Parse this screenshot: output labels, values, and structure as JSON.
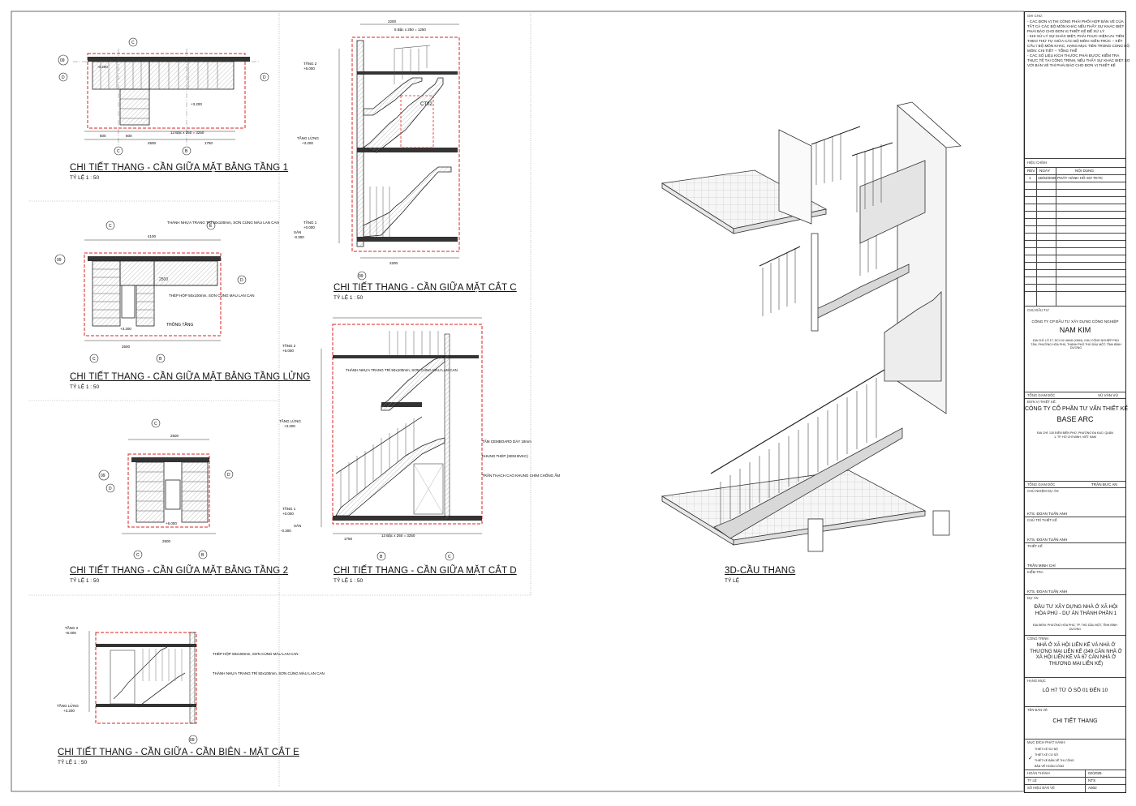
{
  "panels": [
    {
      "title": "CHI TIẾT THANG - CẦN GIỮA MẶT BẰNG TẦNG 1",
      "scale": "TỶ LỆ   1 : 50"
    },
    {
      "title": "CHI TIẾT THANG - CẦN GIỮA MẶT BẰNG TẦNG LỬNG",
      "scale": "TỶ LỆ   1 : 50"
    },
    {
      "title": "CHI TIẾT THANG - CẦN GIỮA MẶT BẰNG TẦNG 2",
      "scale": "TỶ LỆ   1 : 50"
    },
    {
      "title": "CHI TIẾT THANG - CẦN GIỮA - CẦN BIÊN - MẶT CẮT E",
      "scale": "TỶ LỆ   1 : 50"
    },
    {
      "title": "CHI TIẾT THANG - CẦN GIỮA MẶT CẮT C",
      "scale": "TỶ LỆ   1 : 50"
    },
    {
      "title": "CHI TIẾT THANG - CẦN GIỮA MẶT CẮT D",
      "scale": "TỶ LỆ   1 : 50"
    },
    {
      "title": "3D-CẦU THANG",
      "scale": "TỶ LỆ"
    }
  ],
  "annotations": {
    "level_2": "TẦNG 2",
    "level_2_val": "+6.000",
    "level_mezz": "TẦNG LỬNG",
    "level_mezz_val": "+3.200",
    "level_1": "TẦNG 1",
    "level_1_val": "+0.000",
    "level_yard": "SÂN",
    "level_yard_val": "-0.300",
    "tag_ct02": "CT02",
    "note_railing": "THÀNH NHỰA TRANG TRÍ 50x100mm, SƠN CÙNG MÀU LAN CAN",
    "note_steel": "THÉP HỘP 50x100mm, SƠN CÙNG MÀU LAN CAN",
    "note_vent": "THÔNG TẦNG",
    "note_board": "TẤM CEMBOARD DÀY 18mm",
    "note_frame": "KHUNG THÉP (XEM BVKC)",
    "note_ceiling": "TRẦN THẠCH CAO KHUNG CHÌM CHỐNG ẨM",
    "grid_09": "09",
    "grid_b": "B",
    "grid_c": "C",
    "grid_d": "D",
    "grid_e": "E",
    "dim_stair_top": "13 Bậc x 250 = 3250",
    "dim_stair_5": "5 Bậc x 250 = 1250",
    "dim_2500": "2500",
    "dim_1750": "1750",
    "dim_2200": "2200",
    "dim_4100": "4100"
  },
  "title_block": {
    "notes_label": "GHI CHÚ:",
    "notes": [
      "- CÁC ĐƠN VỊ THI CÔNG PHẢI PHỐI HỢP BẢN VẼ CỦA",
      "TẤT CẢ CÁC BỘ MÔN KHÁC NẾU THẤY SỰ KHÁC BIỆT",
      "PHẢI BÁO CHO ĐƠN VỊ THIẾT KẾ ĐỂ XỬ LÝ",
      "- KHI XỬ LÝ SỰ KHÁC BIỆT, PHẢI THỰC HIỆN ƯU TIÊN",
      "THEO THỨ TỰ GIỮA CÁC BỘ MÔN: KIẾN TRÚC -- KẾT",
      "CẤU / BỘ MÔN KHÁC, HẠNG MỤC TIÊN TRONG CÙNG BỘ",
      "MÔN: CHI TIẾT -- TỔNG THỂ",
      "- CÁC SỐ LIỆU KÍCH THƯỚC PHẢI ĐƯỢC KIỂM TRA",
      "THỰC TẾ TẠI CÔNG TRÌNH, NẾU THẤY SỰ KHÁC BIỆT SO",
      "VỚI BẢN VẼ THÌ PHẢI BÁO CHO ĐƠN VỊ THIẾT KẾ"
    ],
    "revision_label": "HIỆU CHỈNH",
    "rev_cols": [
      "REV",
      "NGÀY",
      "NỘI DUNG"
    ],
    "rev_row": [
      "1",
      "15/02/2025",
      "PHÁT HÀNH HỒ SƠ TKTC"
    ],
    "investor_label": "CHỦ ĐẦU TƯ:",
    "investor_company": "CÔNG TY CP ĐẦU TƯ XÂY DỰNG CÔNG NGHIỆP",
    "investor_name": "NAM KIM",
    "investor_address": "ĐỊA CHỈ: LÔ 1T, DC4 VỊ HANH (XINH), KHU CÔNG NGHIỆP PHÚ TÂN, PHƯỜNG HÒA PHÚ, THÀNH PHỐ THỦ DẦU MỘT, TỈNH BÌNH DƯƠNG",
    "director_label": "TỔNG GIÁM ĐỐC",
    "director_name": "VŨ VĂN VŨ",
    "designer_label": "ĐƠN VỊ THIẾT KẾ:",
    "designer_company": "CÔNG TY CỔ PHẦN TƯ VẤN THIẾT KẾ",
    "designer_name": "BASE ARC",
    "designer_address": "ĐỊA CHỈ: 130 ĐIỆN BIÊN PHỦ, PHƯỜNG ĐA KAO, QUẬN 1, TP. HỒ CHÍ MINH, VIỆT NAM",
    "director2_label": "TỔNG GIÁM ĐỐC",
    "director2_name": "TRẦN ĐỨC AN",
    "pm_label": "CHỦ NHIỆM DỰ ÁN",
    "pm_name": "KTS. ĐOÀN TUẤN ANH",
    "lead_label": "CHỦ TRÌ THIẾT KẾ",
    "lead_name": "KTS. ĐOÀN TUẤN ANH",
    "design_label": "THIẾT KẾ",
    "design_name": "TRẦN MINH CHÍ",
    "check_label": "KIỂM TRA",
    "check_name": "KTS. ĐOÀN TUẤN ANH",
    "project_label": "DỰ ÁN",
    "project_name": "ĐẦU TƯ XÂY DỰNG NHÀ Ở XÃ HỘI HÒA PHÚ - DỰ ÁN THÀNH PHẦN 1",
    "project_address": "ĐỊA ĐIỂM: PHƯỜNG HÒA PHÚ, TP. THỦ DẦU MỘT, TỈNH BÌNH DƯƠNG",
    "work_label": "CÔNG TRÌNH",
    "work_name": "NHÀ Ở XÃ HỘI LIÊN KẾ VÀ NHÀ Ở THƯƠNG MẠI LIÊN KẾ (349 CĂN NHÀ Ở XÃ HỘI LIÊN KẾ VÀ 67 CĂN NHÀ Ở THƯƠNG MẠI LIÊN KẾ)",
    "item_label": "HẠNG MỤC",
    "item_name": "LÔ H7 TỪ Ô SỐ 01 ĐẾN 10",
    "drawing_label": "TÊN BẢN VẼ",
    "drawing_name": "CHI TIẾT THANG",
    "purpose_label": "MỤC ĐÍCH PHÁT HÀNH:",
    "purpose_items": [
      "THIẾT KẾ SƠ BỘ",
      "THIẾT KẾ CƠ SỞ",
      "THIẾT KẾ BẢN VẼ THI CÔNG",
      "BẢN VẼ HOÀN CÔNG"
    ],
    "purpose_checked": "✓",
    "complete_label": "HOÀN THÀNH",
    "complete_val": "02/2025",
    "scale_label": "TỶ LỆ",
    "scale_val": "NTS",
    "number_label": "SỐ HIỆU BẢN VẼ",
    "number_val": "A602"
  }
}
